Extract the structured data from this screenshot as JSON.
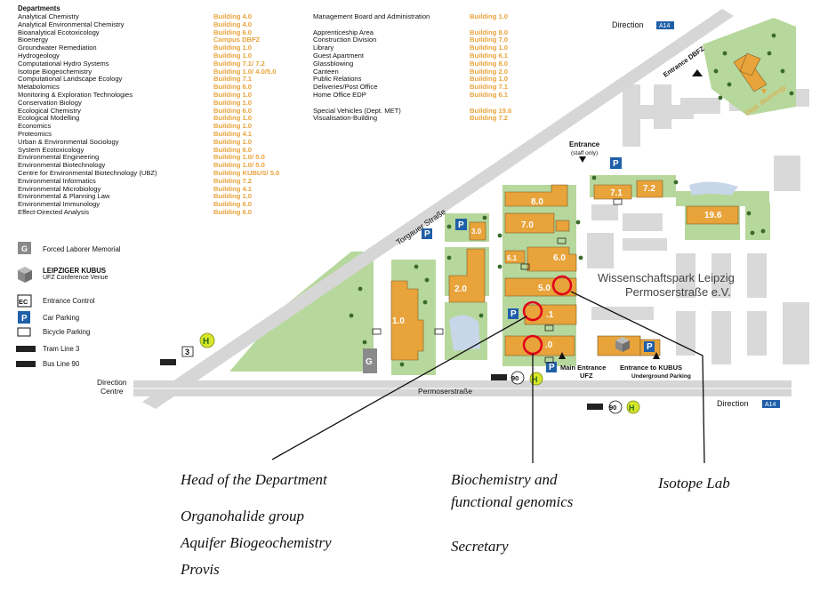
{
  "departments_heading": "Departments",
  "departments": [
    {
      "name": "Analytical Chemistry",
      "building": "Building 4.0"
    },
    {
      "name": "Analytical Environmental Chemistry",
      "building": "Building 4.0"
    },
    {
      "name": "Bioanalytical Ecotoxicology",
      "building": "Building 6.0"
    },
    {
      "name": "Bioenergy",
      "building": "Campus DBFZ"
    },
    {
      "name": "Groundwater Remediation",
      "building": "Building 1.0"
    },
    {
      "name": "Hydrogeology",
      "building": "Building 1.0"
    },
    {
      "name": "Computational Hydro Systems",
      "building": "Building 7.1/ 7.2"
    },
    {
      "name": "Isotope Biogeochemistry",
      "building": "Building 1.0/ 4.0/5.0"
    },
    {
      "name": "Computational Landscape Ecology",
      "building": "Building 7.1"
    },
    {
      "name": "Metabolomics",
      "building": "Building 6.0"
    },
    {
      "name": "Monitoring & Exploration Technologies",
      "building": "Building 1.0"
    },
    {
      "name": "Conservation Biology",
      "building": "Building 1.0"
    },
    {
      "name": "Ecological Chemistry",
      "building": "Building 6.0"
    },
    {
      "name": "Ecological Modelling",
      "building": "Building 1.0"
    },
    {
      "name": "Economics",
      "building": "Building 1.0"
    },
    {
      "name": "Proteomics",
      "building": "Building 4.1"
    },
    {
      "name": "Urban & Environmental Sociology",
      "building": "Building 1.0"
    },
    {
      "name": "System Ecotoxicology",
      "building": "Building 6.0"
    },
    {
      "name": "Environmental Engineering",
      "building": "Building 1.0/ 5.0"
    },
    {
      "name": "Environmental Biotechnology",
      "building": "Building 1.0/ 5.0"
    },
    {
      "name": "Centre for Environmental Biotechnology (UBZ)",
      "building": "Building KUBUS/ 5.0"
    },
    {
      "name": "Environmental Informatics",
      "building": "Building 7.2"
    },
    {
      "name": "Environmental Microbiology",
      "building": "Building 4.1"
    },
    {
      "name": "Environmental & Planning Law",
      "building": "Building 1.0"
    },
    {
      "name": "Environmental Immunology",
      "building": "Building 6.0"
    },
    {
      "name": "Effect-Directed Analysis",
      "building": "Building 6.0"
    }
  ],
  "services": [
    {
      "name": "Management Board and Administration",
      "building": "Building 1.0"
    },
    {
      "name": "",
      "building": ""
    },
    {
      "name": "Apprenticeship Area",
      "building": "Building 8.0"
    },
    {
      "name": "Construction Division",
      "building": "Building 7.0"
    },
    {
      "name": "Library",
      "building": "Building 1.0"
    },
    {
      "name": "Guest Apartment",
      "building": "Building 6.1"
    },
    {
      "name": "Glassblowing",
      "building": "Building 8.0"
    },
    {
      "name": "Canteen",
      "building": "Building 2.0"
    },
    {
      "name": "Public Relations",
      "building": "Building 1.0"
    },
    {
      "name": "Deliveries/Post Office",
      "building": "Building 7.1"
    },
    {
      "name": "Home Office EDP",
      "building": "Building 6.1"
    },
    {
      "name": "",
      "building": ""
    },
    {
      "name": "Special Vehicles (Dept. MET)",
      "building": "Building 19.6"
    },
    {
      "name": "Visualisation-Building",
      "building": "Building 7.2"
    }
  ],
  "legend": {
    "forced_labor": "Forced Laborer Memorial",
    "kubus_title": "LEIPZIGER KUBUS",
    "kubus_sub": "UFZ Conference Venue",
    "entrance_control": "Entrance Control",
    "car_parking": "Car Parking",
    "bicycle_parking": "Bicycle Parking",
    "tram": "Tram Line 3",
    "bus": "Bus Line 90",
    "g": "G",
    "ec": "EC",
    "p": "P"
  },
  "map": {
    "direction_top": "Direction",
    "a14": "A14",
    "entrance_dbfz": "Entrance DBFZ",
    "dept_bioenergy": "Dept. Bioenergy",
    "entrance": "Entrance",
    "staff_only": "(staff only)",
    "torgauer": "Torgauer Straße",
    "permoser": "Permoserstraße",
    "wissenschaftspark_1": "Wissenschaftspark Leipzig",
    "wissenschaftspark_2": "Permoserstraße e.V.",
    "direction_centre_1": "Direction",
    "direction_centre_2": "Centre",
    "direction_right": "Direction",
    "main_entrance": "Main Entrance",
    "ufz": "UFZ",
    "entrance_kubus": "Entrance to KUBUS",
    "underground_parking": "Underground Parking",
    "tram_number": "3",
    "bus_number": "90",
    "h": "H",
    "buildings": {
      "b80": "8.0",
      "b70": "7.0",
      "b71": "7.1",
      "b72": "7.2",
      "b196": "19.6",
      "b30": "3.0",
      "b61": "6.1",
      "b60": "6.0",
      "b20": "2.0",
      "b50": "5.0",
      "b41": ".1",
      "b40": ".0",
      "b10": "1.0",
      "g": "G"
    }
  },
  "callouts": {
    "head": "Head of the Department",
    "organohalide": "Organohalide group",
    "aquifer": "Aquifer Biogeochemistry",
    "provis": "Provis",
    "biochem_1": "Biochemistry and",
    "biochem_2": "functional genomics",
    "secretary": "Secretary",
    "isotope": "Isotope Lab"
  },
  "colors": {
    "building": "#e8a33a",
    "green": "#b7d89c",
    "road": "#d6d6d6",
    "highlight": "#e0001a",
    "parking": "#1f5fa8",
    "stop": "#d6e62a"
  }
}
